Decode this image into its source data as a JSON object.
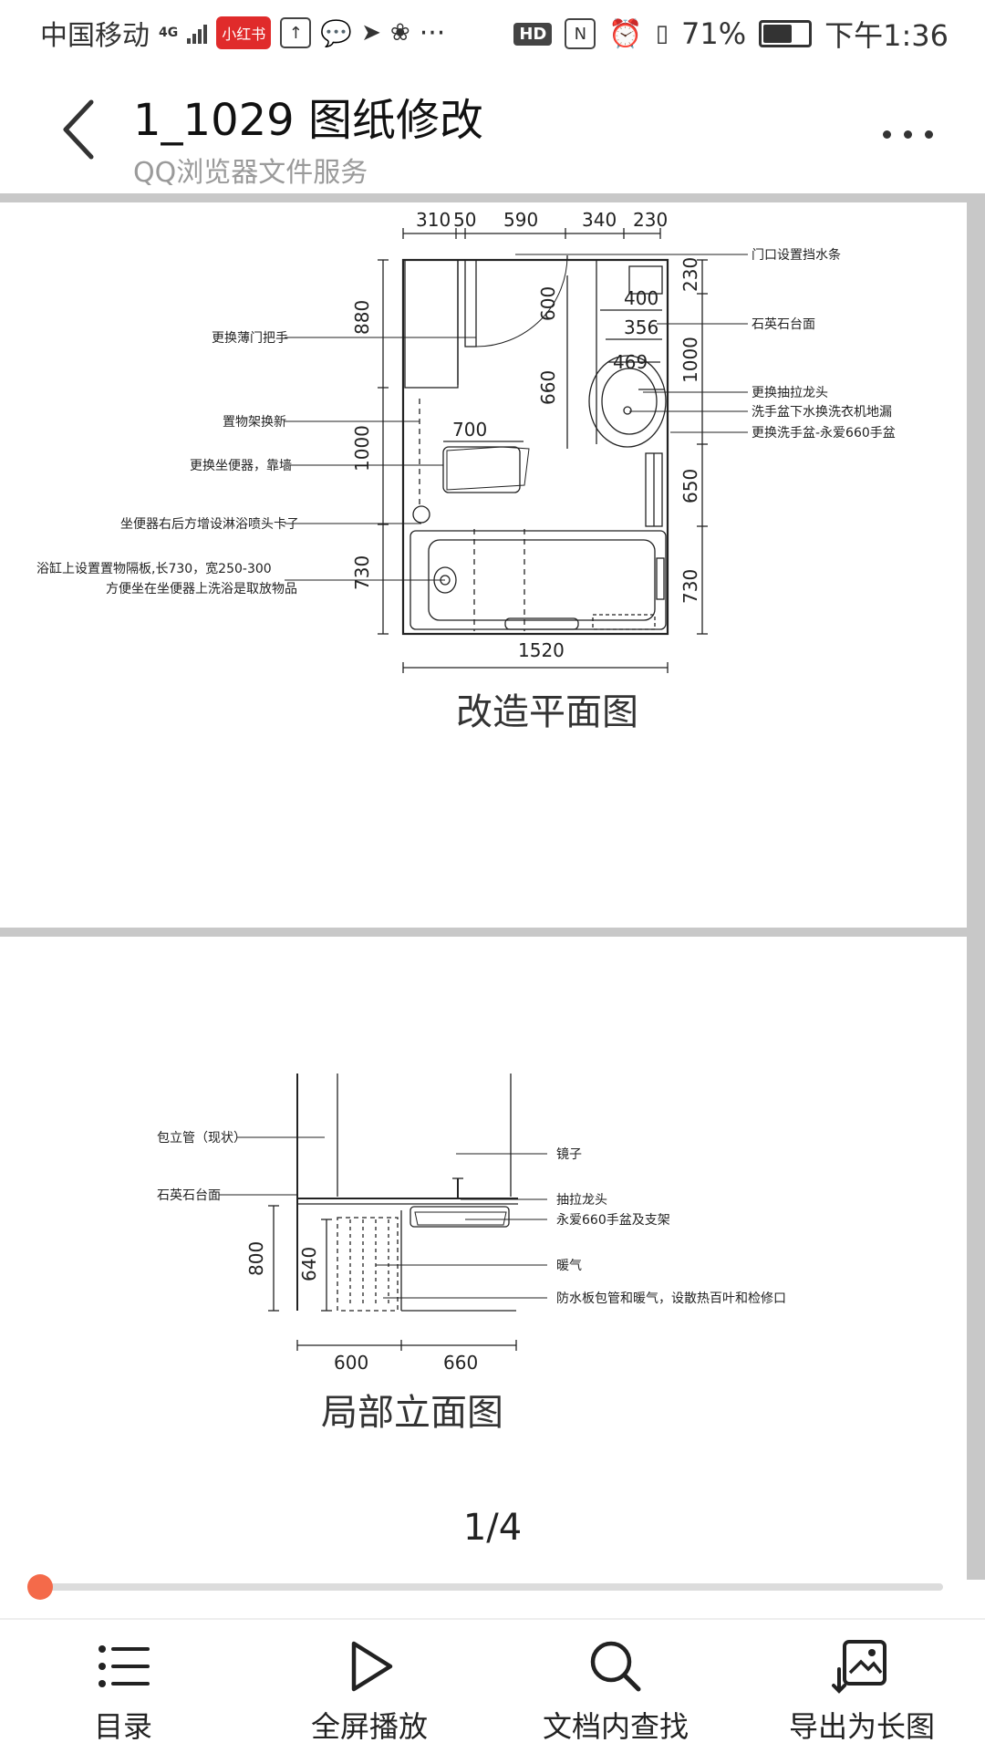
{
  "status_bar": {
    "carrier": "中国移动",
    "network": "4G",
    "app_badge": "小红书",
    "dots": "···",
    "hd": "HD",
    "nfc": "N",
    "battery": "71%",
    "battery_level": 0.71,
    "time": "下午1:36"
  },
  "header": {
    "title": "1_1029 图纸修改",
    "subtitle": "QQ浏览器文件服务"
  },
  "drawing1": {
    "caption": "改造平面图",
    "dims_top": [
      "310",
      "50",
      "590",
      "340",
      "230"
    ],
    "dims_left": [
      "880",
      "1000",
      "730"
    ],
    "dims_right": [
      "230",
      "1000",
      "650",
      "730"
    ],
    "dim_bottom": "1520",
    "inner": {
      "d600": "600",
      "d400": "400",
      "d356": "356",
      "d469": "469",
      "d660": "660",
      "d700": "700"
    },
    "labels_left": [
      "更换薄门把手",
      "置物架换新",
      "更换坐便器，靠墙",
      "坐便器右后方增设淋浴喷头卡子",
      "浴缸上设置置物隔板,长730，宽250-300",
      "方便坐在坐便器上洗浴是取放物品"
    ],
    "labels_right": [
      "门口设置挡水条",
      "石英石台面",
      "更换抽拉龙头",
      "洗手盆下水换洗衣机地漏",
      "更换洗手盆-永爱660手盆"
    ]
  },
  "drawing2": {
    "caption": "局部立面图",
    "labels_left": [
      "包立管（现状）",
      "石英石台面"
    ],
    "labels_right": [
      "镜子",
      "抽拉龙头",
      "永爱660手盆及支架",
      "暖气",
      "防水板包管和暖气，设散热百叶和检修口"
    ],
    "dims": {
      "h800": "800",
      "h640": "640",
      "w600": "600",
      "w660": "660"
    }
  },
  "pager": {
    "indicator": "1/4",
    "progress": 0.0
  },
  "bottom_nav": [
    {
      "label": "目录",
      "icon": "list-icon"
    },
    {
      "label": "全屏播放",
      "icon": "play-icon"
    },
    {
      "label": "文档内查找",
      "icon": "search-icon"
    },
    {
      "label": "导出为长图",
      "icon": "export-image-icon"
    }
  ]
}
